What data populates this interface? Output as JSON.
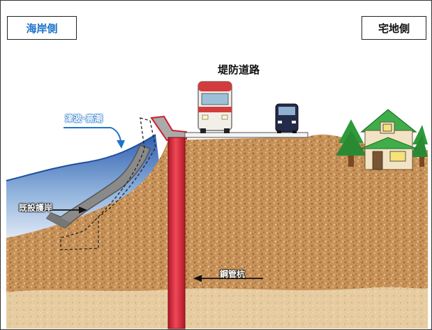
{
  "labels": {
    "sea_side": "海岸側",
    "land_side": "宅地側",
    "road": "堤防道路",
    "tsunami": "津波･高潮",
    "existing_revetment": "既設護岸",
    "steel_pile": "鋼管杭"
  },
  "colors": {
    "sea_side_text": "#1e73c8",
    "soil": "#c8955a",
    "sea": "#3b6fbf",
    "pile": "#e03040",
    "arrow_blue": "#1e73c8"
  }
}
